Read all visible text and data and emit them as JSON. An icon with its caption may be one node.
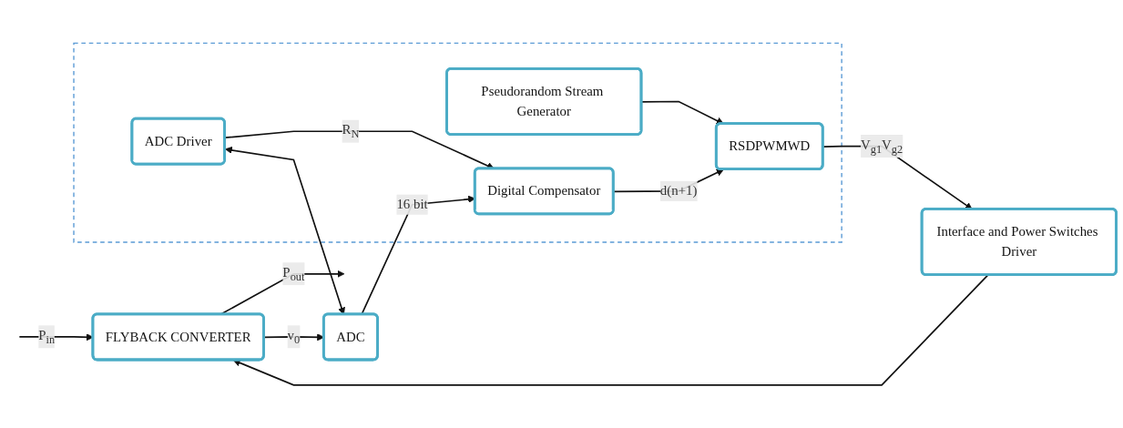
{
  "diagram": {
    "nodes": [
      {
        "text": [
          "FLYBACK CONVERTER"
        ]
      },
      {
        "text": [],
        "shape": "box"
      },
      {
        "text": [
          "Pseudorandom Stream Generator"
        ],
        "in": 1
      },
      {
        "text": [
          "ADC Driver"
        ],
        "in": 1
      },
      {
        "text": [
          "ADC"
        ]
      },
      {
        "text": [
          "Interface and Power Switches Driver"
        ]
      },
      {
        "text": [
          "RSDPWMWD"
        ],
        "in": 1
      },
      {
        "text": [
          "Digital Compensator"
        ],
        "in": 1
      }
    ],
    "edges": [
      {
        "from": null,
        "to": 0,
        "arrow": "to",
        "label": "P$_{in}$"
      },
      {
        "from": 0,
        "to": null,
        "arrow": "to",
        "label": "P$_{out}$"
      },
      {
        "from": 0,
        "to": 4,
        "arrow": "to",
        "label": "v$_{0}$"
      },
      {
        "from": 3,
        "to": 4,
        "arrow": "both"
      },
      {
        "from": 3,
        "to": 7,
        "arrow": "to",
        "label": "R$_{N}$"
      },
      {
        "from": 4,
        "to": 7,
        "arrow": "to",
        "label": "16 bit"
      },
      {
        "from": 2,
        "to": 6,
        "arrow": "to"
      },
      {
        "from": 7,
        "to": 6,
        "arrow": "to",
        "label": "d(n+1)"
      },
      {
        "from": 6,
        "to": 5,
        "arrow": "to",
        "label": "V$_{g1}$V$_{g2}$"
      },
      {
        "from": 5,
        "to": 0,
        "arrow": "to"
      }
    ]
  }
}
